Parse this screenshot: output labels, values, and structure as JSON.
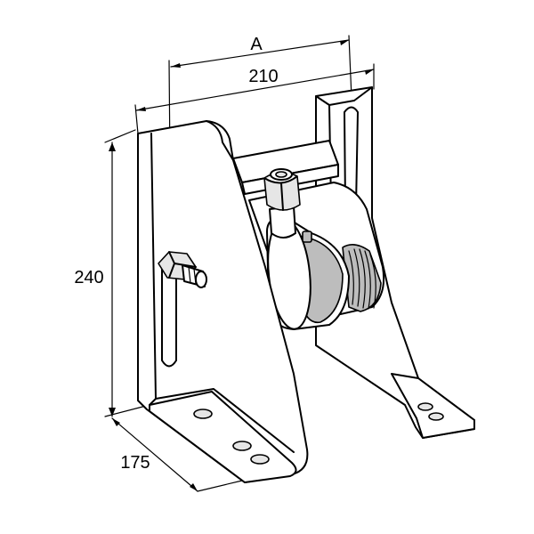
{
  "dimensions": {
    "a_label": "A",
    "width_label": "210",
    "height_label": "240",
    "depth_label": "175"
  }
}
